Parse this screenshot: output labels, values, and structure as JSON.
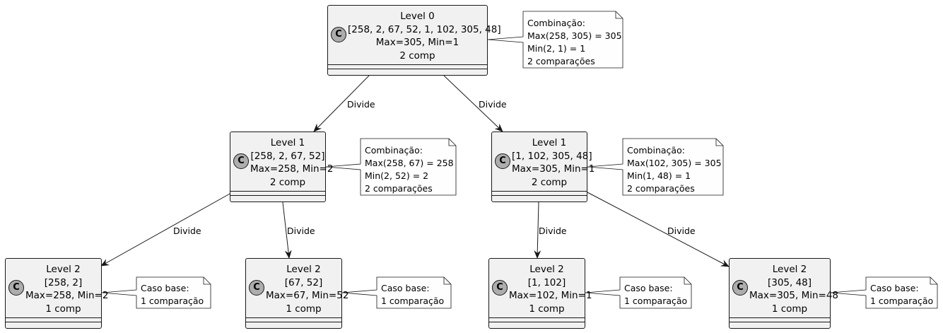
{
  "nodes": [
    {
      "id": "l0",
      "lines": [
        "Level 0",
        "[258, 2, 67, 52, 1, 102, 305, 48]",
        "Max=305, Min=1",
        "2 comp"
      ]
    },
    {
      "id": "l1a",
      "lines": [
        "Level 1",
        "[258, 2, 67, 52]",
        "Max=258, Min=2",
        "2 comp"
      ]
    },
    {
      "id": "l1b",
      "lines": [
        "Level 1",
        "[1, 102, 305, 48]",
        "Max=305, Min=1",
        "2 comp"
      ]
    },
    {
      "id": "l2a",
      "lines": [
        "Level 2",
        "[258, 2]",
        "Max=258, Min=2",
        "1 comp"
      ]
    },
    {
      "id": "l2b",
      "lines": [
        "Level 2",
        "[67, 52]",
        "Max=67, Min=52",
        "1 comp"
      ]
    },
    {
      "id": "l2c",
      "lines": [
        "Level 2",
        "[1, 102]",
        "Max=102, Min=1",
        "1 comp"
      ]
    },
    {
      "id": "l2d",
      "lines": [
        "Level 2",
        "[305, 48]",
        "Max=305, Min=48",
        "1 comp"
      ]
    }
  ],
  "class_stereotype": "C",
  "notes": [
    {
      "id": "n0",
      "lines": [
        "Combinação:",
        "Max(258, 305) = 305",
        "Min(2, 1) = 1",
        "2 comparações"
      ]
    },
    {
      "id": "n1a",
      "lines": [
        "Combinação:",
        "Max(258, 67) = 258",
        "Min(2, 52) = 2",
        "2 comparações"
      ]
    },
    {
      "id": "n1b",
      "lines": [
        "Combinação:",
        "Max(102, 305) = 305",
        "Min(1, 48) = 1",
        "2 comparações"
      ]
    },
    {
      "id": "n2a",
      "lines": [
        "Caso base:",
        "1 comparação"
      ]
    },
    {
      "id": "n2b",
      "lines": [
        "Caso base:",
        "1 comparação"
      ]
    },
    {
      "id": "n2c",
      "lines": [
        "Caso base:",
        "1 comparação"
      ]
    },
    {
      "id": "n2d",
      "lines": [
        "Caso base:",
        "1 comparação"
      ]
    }
  ],
  "edges": [
    {
      "from": "l0",
      "to": "l1a",
      "label": "Divide"
    },
    {
      "from": "l0",
      "to": "l1b",
      "label": "Divide"
    },
    {
      "from": "l1a",
      "to": "l2a",
      "label": "Divide"
    },
    {
      "from": "l1a",
      "to": "l2b",
      "label": "Divide"
    },
    {
      "from": "l1b",
      "to": "l2c",
      "label": "Divide"
    },
    {
      "from": "l1b",
      "to": "l2d",
      "label": "Divide"
    }
  ],
  "colors": {
    "class_fill": "#f1f1f1",
    "note_fill": "#fefefe",
    "border": "#181818",
    "circle_fill": "#adadad"
  }
}
